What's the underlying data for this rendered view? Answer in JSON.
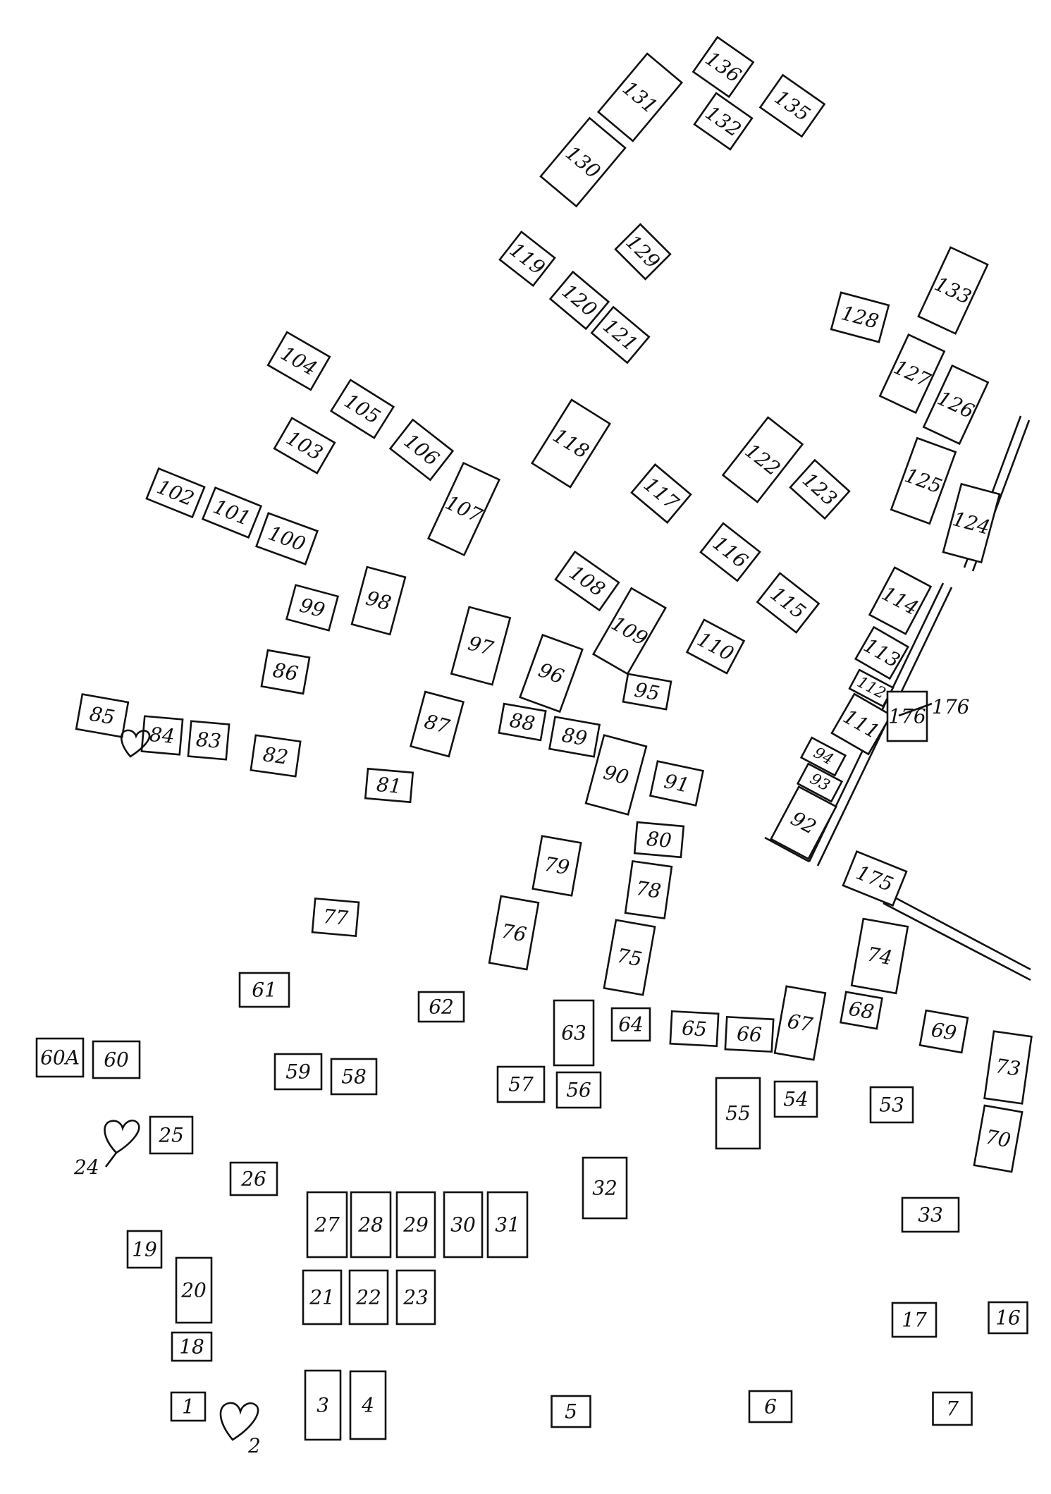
{
  "lots": [
    {
      "label": "1"
    },
    {
      "label": "3"
    },
    {
      "label": "4"
    },
    {
      "label": "5"
    },
    {
      "label": "6"
    },
    {
      "label": "7"
    },
    {
      "label": "16"
    },
    {
      "label": "17"
    },
    {
      "label": "18"
    },
    {
      "label": "19"
    },
    {
      "label": "20"
    },
    {
      "label": "21"
    },
    {
      "label": "22"
    },
    {
      "label": "23"
    },
    {
      "label": "25"
    },
    {
      "label": "26"
    },
    {
      "label": "27"
    },
    {
      "label": "28"
    },
    {
      "label": "29"
    },
    {
      "label": "30"
    },
    {
      "label": "31"
    },
    {
      "label": "32"
    },
    {
      "label": "33"
    },
    {
      "label": "53"
    },
    {
      "label": "54"
    },
    {
      "label": "55"
    },
    {
      "label": "56"
    },
    {
      "label": "57"
    },
    {
      "label": "58"
    },
    {
      "label": "59"
    },
    {
      "label": "60"
    },
    {
      "label": "60A"
    },
    {
      "label": "61"
    },
    {
      "label": "62"
    },
    {
      "label": "63"
    },
    {
      "label": "64"
    },
    {
      "label": "65"
    },
    {
      "label": "66"
    },
    {
      "label": "67"
    },
    {
      "label": "68"
    },
    {
      "label": "69"
    },
    {
      "label": "70"
    },
    {
      "label": "73"
    },
    {
      "label": "74"
    },
    {
      "label": "75"
    },
    {
      "label": "76"
    },
    {
      "label": "77"
    },
    {
      "label": "78"
    },
    {
      "label": "79"
    },
    {
      "label": "80"
    },
    {
      "label": "81"
    },
    {
      "label": "82"
    },
    {
      "label": "83"
    },
    {
      "label": "84"
    },
    {
      "label": "85"
    },
    {
      "label": "86"
    },
    {
      "label": "87"
    },
    {
      "label": "88"
    },
    {
      "label": "89"
    },
    {
      "label": "90"
    },
    {
      "label": "91"
    },
    {
      "label": "92"
    },
    {
      "label": "93"
    },
    {
      "label": "94"
    },
    {
      "label": "95"
    },
    {
      "label": "96"
    },
    {
      "label": "97"
    },
    {
      "label": "98"
    },
    {
      "label": "99"
    },
    {
      "label": "100"
    },
    {
      "label": "101"
    },
    {
      "label": "102"
    },
    {
      "label": "103"
    },
    {
      "label": "104"
    },
    {
      "label": "105"
    },
    {
      "label": "106"
    },
    {
      "label": "107"
    },
    {
      "label": "108"
    },
    {
      "label": "109"
    },
    {
      "label": "110"
    },
    {
      "label": "111"
    },
    {
      "label": "112"
    },
    {
      "label": "113"
    },
    {
      "label": "114"
    },
    {
      "label": "115"
    },
    {
      "label": "116"
    },
    {
      "label": "117"
    },
    {
      "label": "118"
    },
    {
      "label": "119"
    },
    {
      "label": "120"
    },
    {
      "label": "121"
    },
    {
      "label": "122"
    },
    {
      "label": "123"
    },
    {
      "label": "124"
    },
    {
      "label": "125"
    },
    {
      "label": "126"
    },
    {
      "label": "127"
    },
    {
      "label": "128"
    },
    {
      "label": "129"
    },
    {
      "label": "130"
    },
    {
      "label": "131"
    },
    {
      "label": "132"
    },
    {
      "label": "133"
    },
    {
      "label": "135"
    },
    {
      "label": "136"
    },
    {
      "label": "175"
    },
    {
      "label": "176"
    }
  ],
  "annotations": {
    "grave_2": "2",
    "grave_24": "24",
    "pointer_176": "176"
  },
  "colors": {
    "ink": "#111111",
    "paper": "#ffffff"
  }
}
